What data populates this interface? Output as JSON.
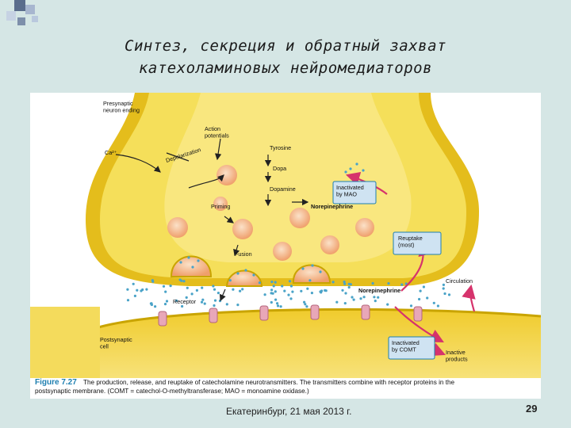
{
  "slide": {
    "title_line1": "Синтез, секреция и обратный захват",
    "title_line2": "катехоламиновых нейромедиаторов",
    "footer": "Екатеринбург, 21 мая 2013 г.",
    "page_number": "29"
  },
  "figure": {
    "labels": {
      "presynaptic": "Presynaptic\nneuron ending",
      "action_potentials": "Action\npotentials",
      "ca": "Ca²⁺",
      "depolarization": "Depolarization",
      "tyrosine": "Tyrosine",
      "dopa": "Dopa",
      "dopamine": "Dopamine",
      "norepinephrine_top": "Norepinephrine",
      "priming": "Priming",
      "fusion": "Fusion",
      "inactivated_mao": "Inactivated\nby MAO",
      "reuptake": "Reuptake\n(most)",
      "norepinephrine_cleft": "Norepinephrine",
      "circulation": "Circulation",
      "receptor": "Receptor",
      "postsynaptic": "Postsynaptic\ncell",
      "inactivated_comt": "Inactivated\nby COMT",
      "inactive_products": "Inactive\nproducts"
    },
    "caption_number": "Figure 7.27",
    "caption_line1": "The production, release, and reuptake of catecholamine neurotransmitters. The transmitters combine with receptor proteins in the",
    "caption_line2": "postsynaptic membrane. (COMT = catechol-O-methyltransferase; MAO = monoamine oxidase.)",
    "colors": {
      "neuron": "#f2d43a",
      "neuron_edge": "#c9a400",
      "neuron_light": "#f9e88c",
      "vesicle": "#f2b183",
      "dots": "#4aa3c8",
      "receptor": "#e8a7b8",
      "arrow_pink": "#d6336c",
      "box_fill": "#cfe3f2"
    }
  }
}
